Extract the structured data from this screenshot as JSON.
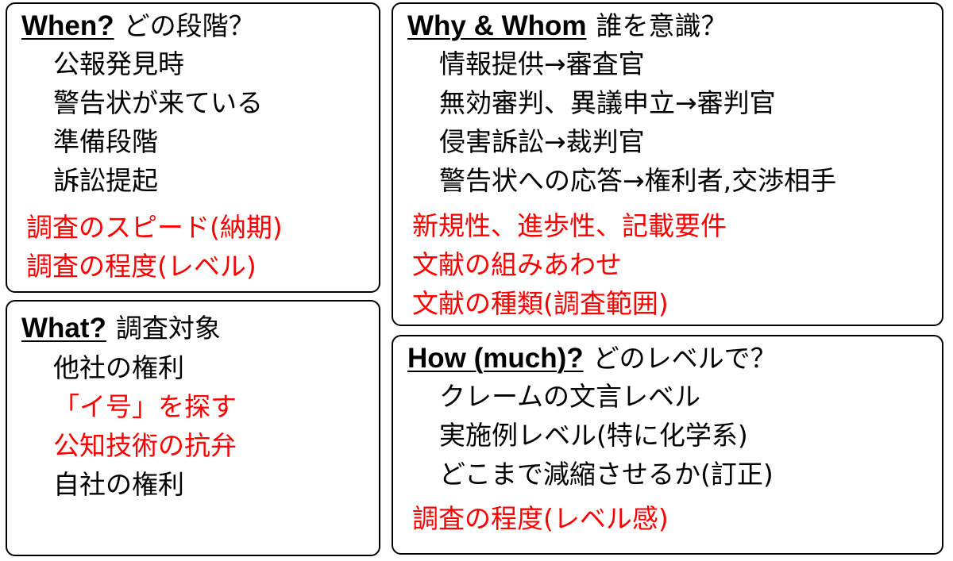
{
  "boxes": {
    "when": {
      "heading_en": "When?",
      "heading_jp": "どの段階？",
      "items": [
        "公報発見時",
        "警告状が来ている",
        "準備段階",
        "訴訟提起"
      ],
      "notes": [
        "調査のスピード(納期)",
        "調査の程度(レベル)"
      ]
    },
    "what": {
      "heading_en": "What?",
      "heading_jp": "調査対象",
      "items": [
        "他社の権利",
        "「イ号」を探す",
        "公知技術の抗弁",
        "自社の権利"
      ]
    },
    "why_whom": {
      "heading_en": "Why & Whom",
      "heading_jp": "誰を意識？",
      "items": [
        "情報提供→審査官",
        "無効審判、異議申立→審判官",
        "侵害訴訟→裁判官",
        "警告状への応答→権利者,交渉相手"
      ],
      "notes": [
        "新規性、進歩性、記載要件",
        "文献の組みあわせ",
        "文献の種類(調査範囲)"
      ]
    },
    "how_much": {
      "heading_en": "How (much)?",
      "heading_jp": "どのレベルで？",
      "items": [
        "クレームの文言レベル",
        "実施例レベル(特に化学系)",
        "どこまで減縮させるか(訂正)"
      ],
      "notes": [
        "調査の程度(レベル感)"
      ]
    }
  },
  "colors": {
    "text": "#000000",
    "highlight": "#ff0000",
    "border": "#000000"
  }
}
